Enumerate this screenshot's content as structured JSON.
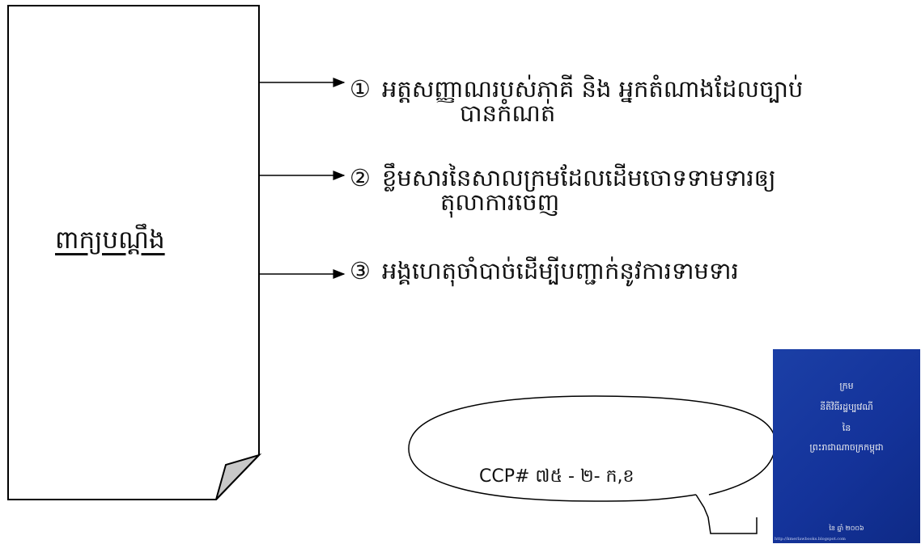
{
  "document": {
    "label": "ពាក្យបណ្ដឹង"
  },
  "items": [
    {
      "number": "①",
      "line1": "អត្តសញ្ញាណរបស់ភាគី និង អ្នកតំណាងដែលច្បាប់",
      "line2": "បានកំណត់"
    },
    {
      "number": "②",
      "line1": "ខ្លឹមសារនៃសាលក្រមដែលដើមចោទទាមទារឲ្យ",
      "line2": "តុលាការចេញ"
    },
    {
      "number": "③",
      "line1": "អង្គហេតុចាំបាច់ដើម្បីបញ្ជាក់នូវការទាមទារ",
      "line2": ""
    }
  ],
  "callout": {
    "text": "CCP# ៧៥ - ២- ក,ខ"
  },
  "book": {
    "line1": "ក្រម",
    "line2": "នីតិវិធីរដ្ឋប្បវេណី",
    "line3": "នៃ",
    "line4": "ព្រះរាជាណាចក្រកម្ពុជា",
    "footer": "នៃ ឆ្នាំ ២០០៦",
    "url": "http://kmerlawbooks.blogspot.com"
  },
  "colors": {
    "book_cover": "#14339a",
    "folded_corner": "#c8c8c8"
  }
}
